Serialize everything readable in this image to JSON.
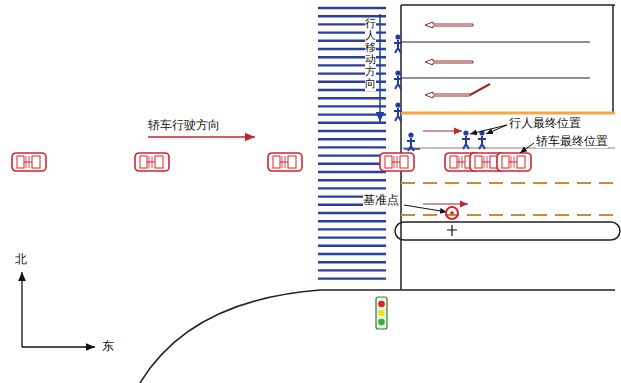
{
  "diagram": {
    "labels": [
      "轿车行驶方向",
      "行人移动方向",
      "行人最终位置",
      "轿车最终位置",
      "基准点",
      "北",
      "东"
    ]
  }
}
